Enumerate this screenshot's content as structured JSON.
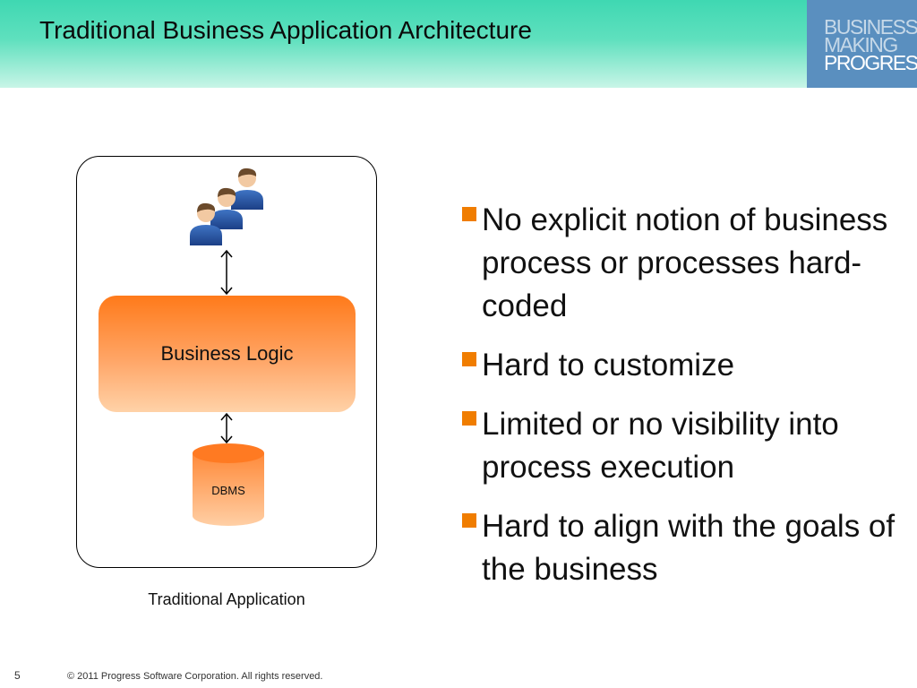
{
  "slide": {
    "title": "Traditional Business Application Architecture",
    "brand": {
      "line1": "BUSINESS",
      "line2": "MAKING",
      "line3": "PROGRESS."
    },
    "diagram": {
      "logic_label": "Business Logic",
      "db_label": "DBMS",
      "caption": "Traditional Application"
    },
    "bullets": [
      "No explicit notion of business process or processes hard-coded",
      "Hard to customize",
      "Limited or no visibility into process execution",
      "Hard to align with the goals of the business"
    ],
    "footer": {
      "page_number": "5",
      "copyright": "© 2011 Progress Software Corporation. All rights reserved."
    }
  },
  "colors": {
    "accent_orange": "#f07d00",
    "header_teal": "#3fd8b2",
    "brand_blue": "#5a8fbf"
  },
  "icons": [
    "users-group-icon",
    "double-arrow-icon",
    "database-cylinder-icon",
    "orange-square-bullet-icon"
  ]
}
